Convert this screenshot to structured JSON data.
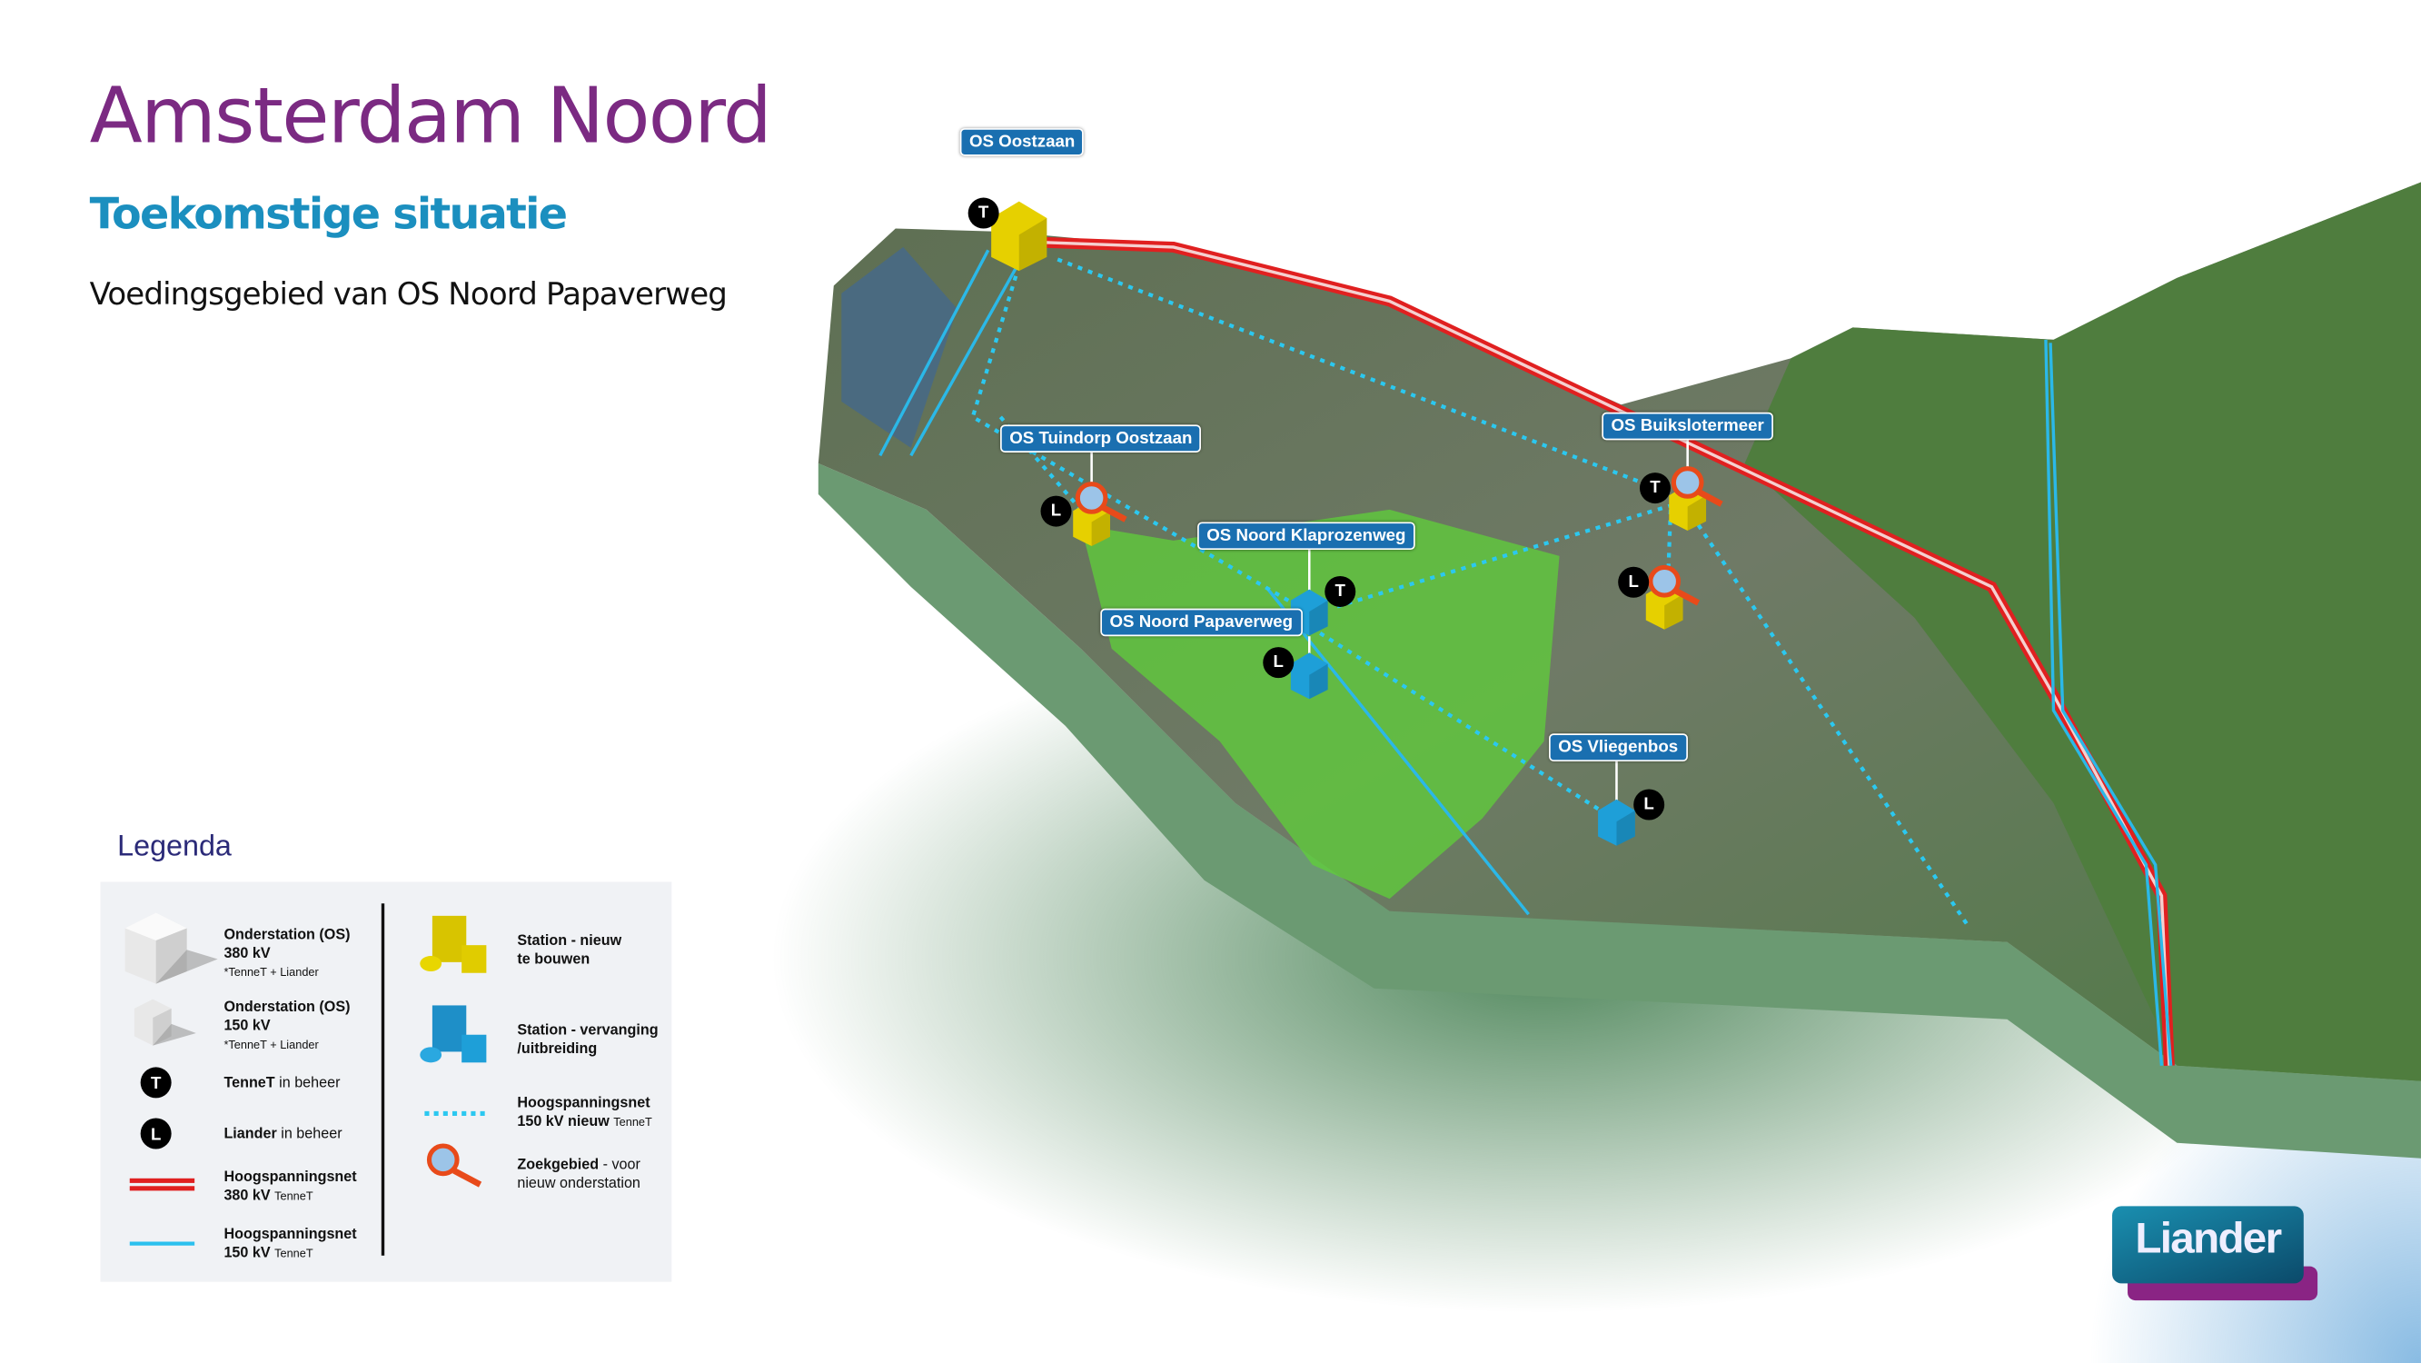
{
  "header": {
    "title": "Amsterdam Noord",
    "subtitle": "Toekomstige situatie",
    "description": "Voedingsgebied van OS Noord Papaverweg"
  },
  "stations": [
    {
      "name": "OS Oostzaan",
      "type": "new",
      "operator": "T"
    },
    {
      "name": "OS Tuindorp Oostzaan",
      "type": "new",
      "operator": "L",
      "search_area": true
    },
    {
      "name": "OS Noord Klaprozenweg",
      "type": "replacement",
      "operator": "T"
    },
    {
      "name": "OS Noord Papaverweg",
      "type": "replacement",
      "operator": "L"
    },
    {
      "name": "OS Buikslotermeer",
      "type": "new",
      "operator": "T",
      "search_area": true
    },
    {
      "name": "OS Vliegenbos",
      "type": "replacement",
      "operator": "L"
    }
  ],
  "unlabeled_station": {
    "type": "new",
    "operator": "L",
    "search_area": true
  },
  "legend": {
    "title": "Legenda",
    "os380": {
      "l1": "Onderstation (OS)",
      "l2": "380 kV",
      "l3": "*TenneT + Liander"
    },
    "os150": {
      "l1": "Onderstation (OS)",
      "l2": "150 kV",
      "l3": "*TenneT + Liander"
    },
    "tennet": {
      "badge": "T",
      "bold": "TenneT",
      "rest": " in beheer"
    },
    "liander": {
      "badge": "L",
      "bold": "Liander",
      "rest": " in beheer"
    },
    "hv380": {
      "l1": "Hoogspanningsnet",
      "l2": "380 kV",
      "l3": "TenneT"
    },
    "hv150": {
      "l1": "Hoogspanningsnet",
      "l2": "150 kV",
      "l3": "TenneT"
    },
    "new_station": {
      "l1": "Station - nieuw",
      "l2": "te bouwen"
    },
    "repl_station": {
      "l1": "Station - vervanging",
      "l2": "/uitbreiding"
    },
    "hv150new": {
      "l1": "Hoogspanningsnet",
      "l2": "150 kV nieuw",
      "l3": "TenneT"
    },
    "search": {
      "bold": "Zoekgebied",
      "rest": " - voor",
      "l2": "nieuw onderstation"
    }
  },
  "logo": {
    "text": "Liander"
  },
  "colors": {
    "title": "#7b2a82",
    "subtitle": "#1b8fbf",
    "hv380": "#e02020",
    "hv150": "#2bb8e8",
    "new_station": "#e6d000",
    "replacement_station": "#1e9fd8",
    "feed_area": "#5fd03a"
  }
}
